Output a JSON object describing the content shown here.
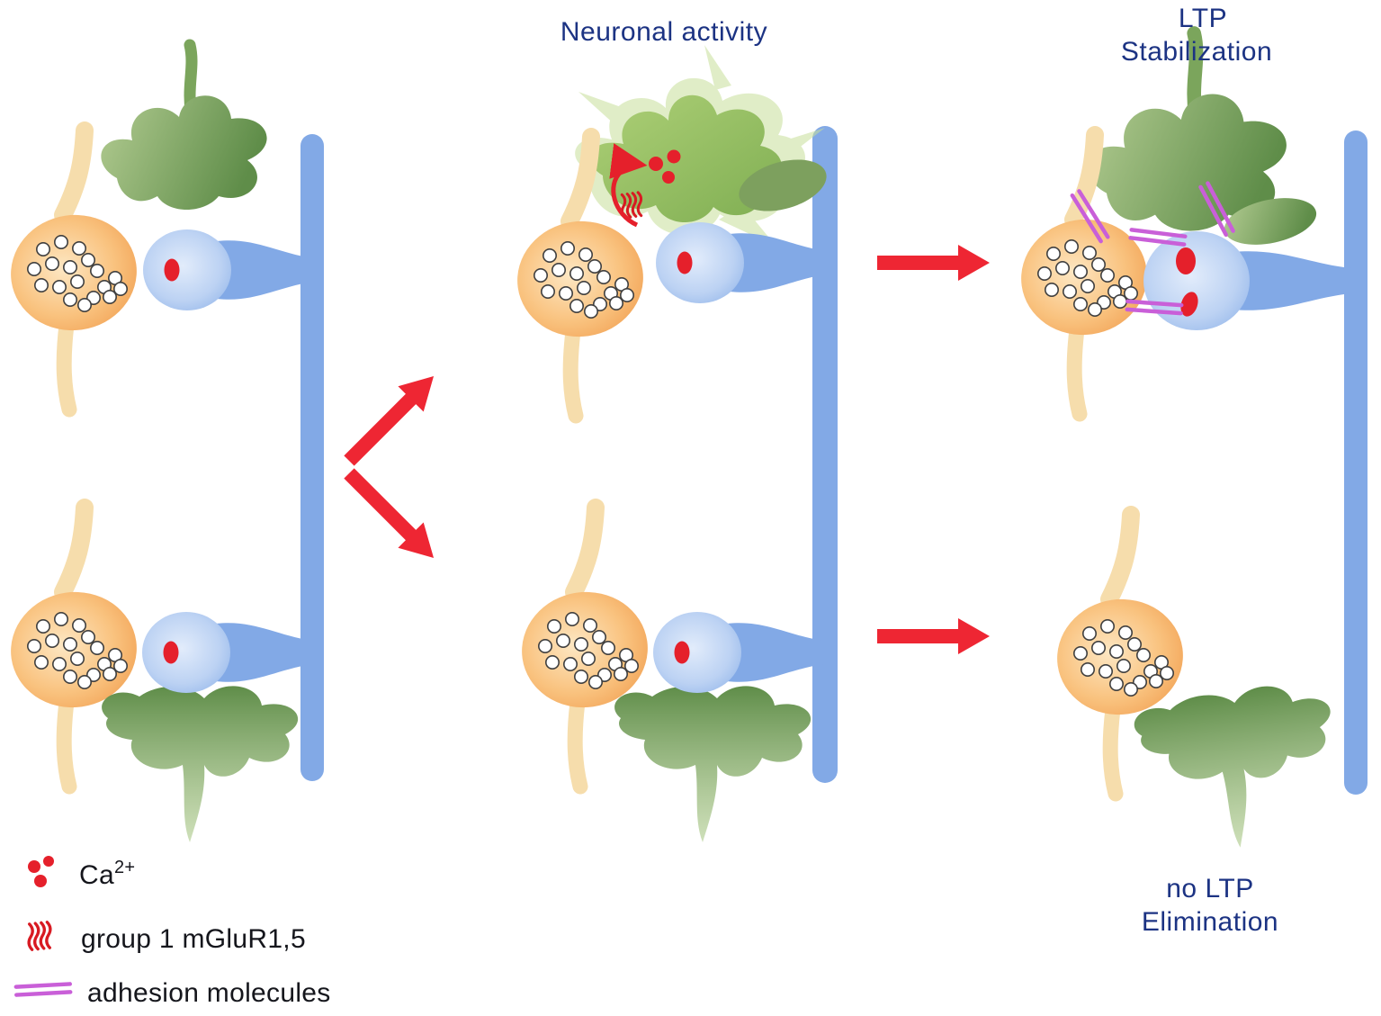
{
  "titles": {
    "neuronal_activity": "Neuronal activity",
    "ltp_line1": "LTP",
    "ltp_line2": "Stabilization",
    "no_ltp_line1": "no LTP",
    "no_ltp_line2": "Elimination"
  },
  "legend": {
    "items": [
      {
        "icon": "calcium-dots-icon",
        "label": "Ca",
        "sup": "2+"
      },
      {
        "icon": "mglur-receptor-icon",
        "label": "group 1 mGluR1,5"
      },
      {
        "icon": "adhesion-molecules-icon",
        "label": "adhesion molecules"
      }
    ]
  },
  "colors": {
    "title_text": "#1c3383",
    "legend_text": "#15161c",
    "presynaptic_bouton_orange": "#f5a85c",
    "axon_stalk_beige": "#f6ddac",
    "dendrite_blue": "#82a9e6",
    "spine_head_blue": "#bcd2f3",
    "astrocyte_green": "#5f8d49",
    "active_astrocyte_green": "#a9cf72",
    "calcium_red": "#e5202b",
    "arrow_red": "#ee2633",
    "adhesion_magenta": "#c95fd8",
    "vesicle_white": "#ffffff"
  }
}
